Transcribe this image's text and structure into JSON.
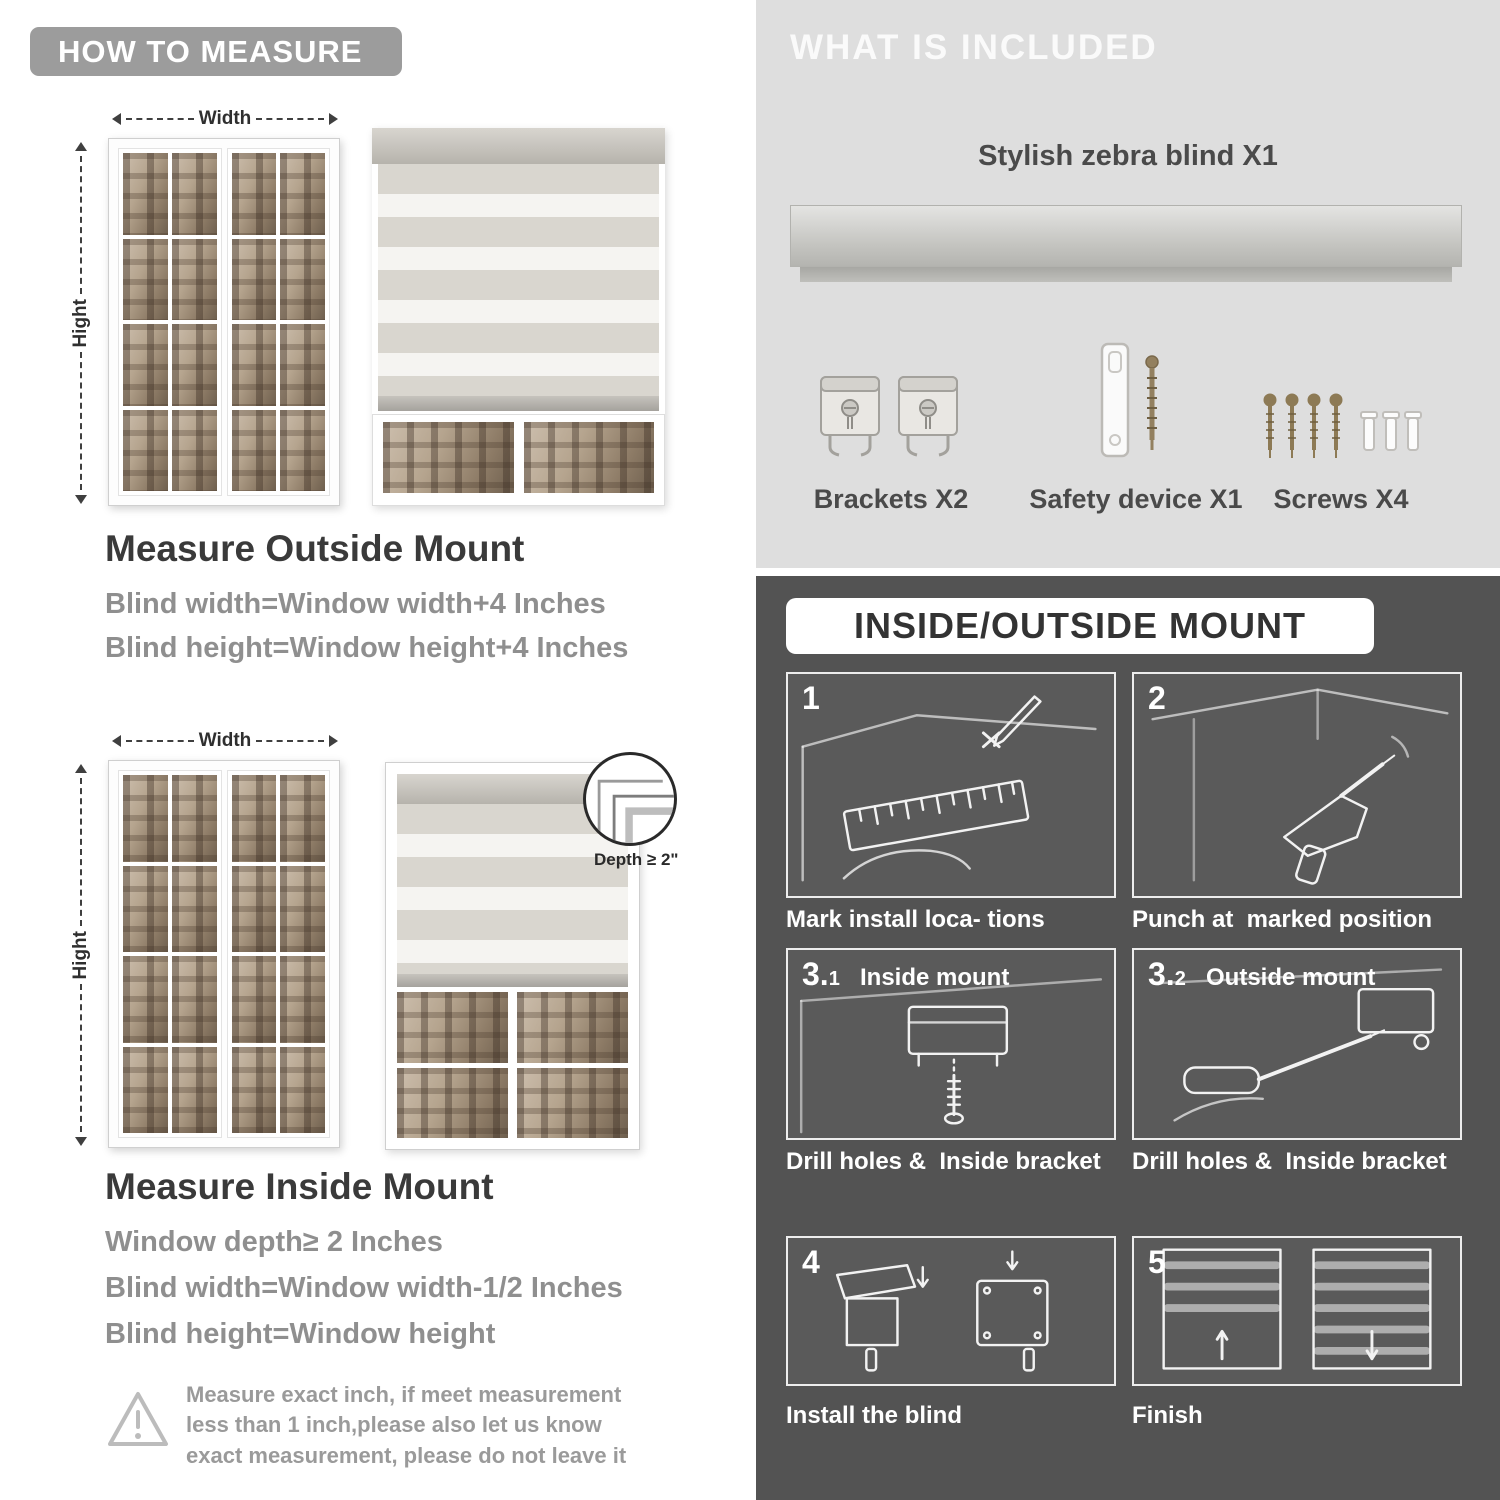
{
  "measure": {
    "badge": "HOW TO MEASURE",
    "outside": {
      "width_label": "Width",
      "height_label": "Hight",
      "heading": "Measure Outside Mount",
      "rule1": "Blind width=Window width+4 Inches",
      "rule2": "Blind height=Window height+4 Inches"
    },
    "inside": {
      "width_label": "Width",
      "height_label": "Hight",
      "depth_callout": "Depth ≥ 2\"",
      "heading": "Measure Inside Mount",
      "rule1": "Window depth≥ 2 Inches",
      "rule2": "Blind width=Window width-1/2 Inches",
      "rule3": "Blind height=Window height"
    },
    "warning_note": "Measure exact inch, if meet measurement less than 1 inch,please also let us know exact measurement, please do not leave it"
  },
  "included": {
    "badge": "WHAT IS INCLUDED",
    "product_label": "Stylish zebra blind X1",
    "items": [
      {
        "label": "Brackets X2"
      },
      {
        "label": "Safety device X1"
      },
      {
        "label": "Screws X4"
      }
    ]
  },
  "mount": {
    "heading": "INSIDE/OUTSIDE MOUNT",
    "steps": [
      {
        "num": "1",
        "caption": "Mark install loca- tions"
      },
      {
        "num": "2",
        "caption": "Punch at  marked position"
      },
      {
        "num": "3.",
        "sub": "1",
        "label": "Inside mount",
        "caption": "Drill holes &  Inside bracket"
      },
      {
        "num": "3.",
        "sub": "2",
        "label": "Outside mount",
        "caption": "Drill holes &  Inside bracket"
      },
      {
        "num": "4",
        "caption": "Install the blind"
      },
      {
        "num": "5",
        "caption": "Finish"
      }
    ]
  }
}
